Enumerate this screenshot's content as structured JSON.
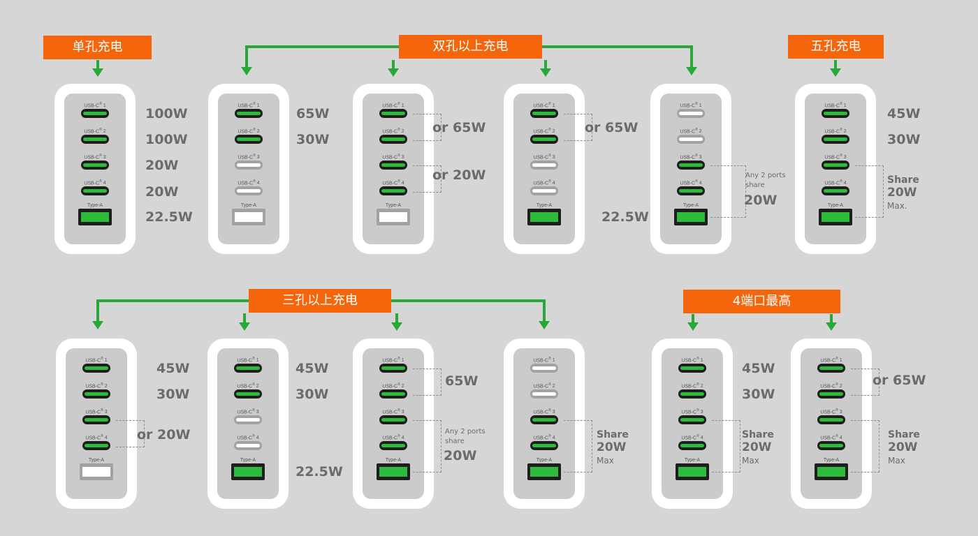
{
  "port_labels": {
    "c1": "USB-C",
    "c2": "USB-C",
    "c3": "USB-C",
    "c4": "USB-C",
    "a": "Type-A",
    "reg": "®",
    "n1": "1",
    "n2": "2",
    "n3": "3",
    "n4": "4"
  },
  "colors": {
    "background": "#d6d6d6",
    "tag": "#f5660c",
    "active_port": "#2dbb3c",
    "arrow": "#29a83a",
    "text": "#6b6b6b"
  },
  "tags": [
    {
      "label": "单孔充电"
    },
    {
      "label": "双孔以上充电"
    },
    {
      "label": "五孔充电"
    },
    {
      "label": "三孔以上充电"
    },
    {
      "label": "4端口最高"
    }
  ],
  "chargers": [
    {
      "ports": [
        true,
        true,
        true,
        true,
        true
      ],
      "texts": [
        {
          "t": "100W"
        },
        {
          "t": "100W"
        },
        {
          "t": "20W"
        },
        {
          "t": "20W"
        },
        {
          "t": "22.5W"
        }
      ]
    },
    {
      "ports": [
        true,
        true,
        false,
        false,
        false
      ],
      "texts": [
        {
          "t": "65W"
        },
        {
          "t": "30W"
        }
      ]
    },
    {
      "ports": [
        true,
        true,
        true,
        true,
        false
      ],
      "texts": [
        {
          "t": "or 65W"
        },
        {
          "t": "or 20W"
        }
      ]
    },
    {
      "ports": [
        true,
        true,
        false,
        false,
        true
      ],
      "texts": [
        {
          "t": "or 65W"
        },
        {
          "t": "22.5W"
        }
      ]
    },
    {
      "ports": [
        false,
        false,
        true,
        true,
        true
      ],
      "texts": [
        {
          "t": "Any 2 ports"
        },
        {
          "t": "share"
        },
        {
          "t": "20W"
        }
      ]
    },
    {
      "ports": [
        true,
        true,
        true,
        true,
        true
      ],
      "texts": [
        {
          "t": "45W"
        },
        {
          "t": "30W"
        },
        {
          "t": "Share"
        },
        {
          "t": "20W"
        },
        {
          "t": "Max."
        }
      ]
    },
    {
      "ports": [
        true,
        true,
        true,
        true,
        false
      ],
      "texts": [
        {
          "t": "45W"
        },
        {
          "t": "30W"
        },
        {
          "t": "or  20W"
        }
      ]
    },
    {
      "ports": [
        true,
        true,
        false,
        false,
        true
      ],
      "texts": [
        {
          "t": "45W"
        },
        {
          "t": "30W"
        },
        {
          "t": "22.5W"
        }
      ]
    },
    {
      "ports": [
        true,
        true,
        true,
        true,
        true
      ],
      "texts": [
        {
          "t": "65W"
        },
        {
          "t": "Any 2 ports"
        },
        {
          "t": "share"
        },
        {
          "t": "20W"
        }
      ]
    },
    {
      "ports": [
        false,
        false,
        true,
        true,
        true
      ],
      "texts": [
        {
          "t": "Share"
        },
        {
          "t": "20W"
        },
        {
          "t": "Max"
        }
      ]
    },
    {
      "ports": [
        true,
        true,
        true,
        true,
        true
      ],
      "texts": [
        {
          "t": "45W"
        },
        {
          "t": "30W"
        },
        {
          "t": "Share"
        },
        {
          "t": "20W"
        },
        {
          "t": "Max"
        }
      ]
    },
    {
      "ports": [
        true,
        true,
        true,
        true,
        true
      ],
      "texts": [
        {
          "t": "or 65W"
        },
        {
          "t": "Share"
        },
        {
          "t": "20W"
        },
        {
          "t": "Max"
        }
      ]
    }
  ]
}
